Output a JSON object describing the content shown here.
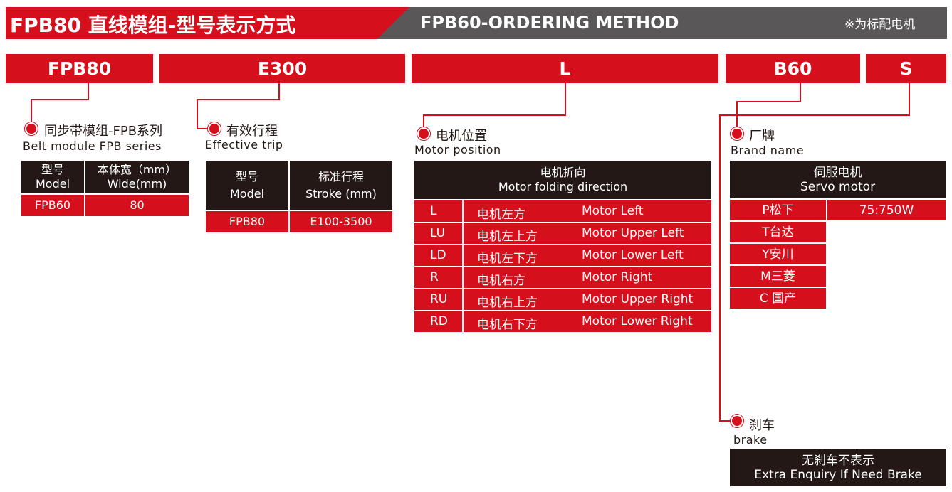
{
  "header": {
    "title_cn": "FPB80 直线模组-型号表示方式",
    "title_en": "FPB60-ORDERING METHOD",
    "note": "※为标配电机"
  },
  "codes": [
    "FPB80",
    "E300",
    "L",
    "B60",
    "S"
  ],
  "sections": {
    "series": {
      "cn": "同步带模组-FPB系列",
      "en": "Belt module FPB series",
      "headers": [
        [
          "型号",
          "Model"
        ],
        [
          "本体宽（mm）",
          "Wide(mm)"
        ]
      ],
      "row": [
        "FPB60",
        "80"
      ]
    },
    "stroke": {
      "cn": "有效行程",
      "en": "Effective trip",
      "headers": [
        [
          "型号",
          "Model"
        ],
        [
          "标准行程",
          "Stroke (mm)"
        ]
      ],
      "row": [
        "FPB80",
        "E100-3500"
      ]
    },
    "motor": {
      "cn": "电机位置",
      "en": "Motor position",
      "header": [
        "电机折向",
        "Motor folding direction"
      ],
      "rows": [
        [
          "L",
          "电机左方",
          "Motor Left"
        ],
        [
          "LU",
          "电机左上方",
          "Motor Upper Left"
        ],
        [
          "LD",
          "电机左下方",
          "Motor Lower Left"
        ],
        [
          "R",
          "电机右方",
          "Motor Right"
        ],
        [
          "RU",
          "电机右上方",
          "Motor Upper Right"
        ],
        [
          "RD",
          "电机右下方",
          "Motor Lower Right"
        ]
      ]
    },
    "brand": {
      "cn": "厂牌",
      "en": "Brand name",
      "header": [
        "伺服电机",
        "Servo motor"
      ],
      "power": "75:750W",
      "rows": [
        "P松下",
        "T台达",
        "Y安川",
        "M三菱",
        "C 国产"
      ]
    },
    "brake": {
      "cn": "刹车",
      "en": "brake",
      "box": [
        "无刹车不表示",
        "Extra Enquiry If Need Brake"
      ]
    }
  }
}
